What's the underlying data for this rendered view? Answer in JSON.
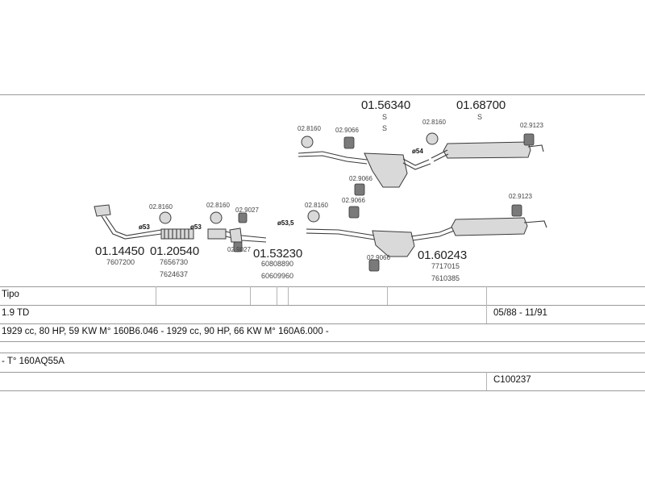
{
  "parts": [
    {
      "id": "p1",
      "code": "01.14450",
      "refs": [
        "7607200"
      ]
    },
    {
      "id": "p2",
      "code": "01.20540",
      "refs": [
        "7656730",
        "7624637"
      ]
    },
    {
      "id": "p3",
      "code": "01.53230",
      "refs": [
        "60808890",
        "60609960"
      ]
    },
    {
      "id": "p4",
      "code": "01.60243",
      "refs": [
        "7717015",
        "7610385"
      ]
    },
    {
      "id": "p5",
      "code": "01.56340",
      "refs": [
        "S",
        "S"
      ]
    },
    {
      "id": "p6",
      "code": "01.68700",
      "refs": [
        "S"
      ]
    }
  ],
  "accessories": {
    "a_02_8160": "02.8160",
    "a_02_9066": "02.9066",
    "a_02_9123": "02.9123",
    "a_02_9027": "02.9027"
  },
  "diameters": {
    "d53": "ø53",
    "d53_5": "ø53,5",
    "d54": "ø54"
  },
  "table": {
    "model": "Tipo",
    "engine": "1.9 TD",
    "period": "05/88 - 11/91",
    "details": "1929 cc, 80 HP, 59 KW M° 160B6.046 - 1929 cc, 90 HP, 66 KW M° 160A6.000 -",
    "details2": "- T° 160AQ55A",
    "ref": "C100237"
  }
}
